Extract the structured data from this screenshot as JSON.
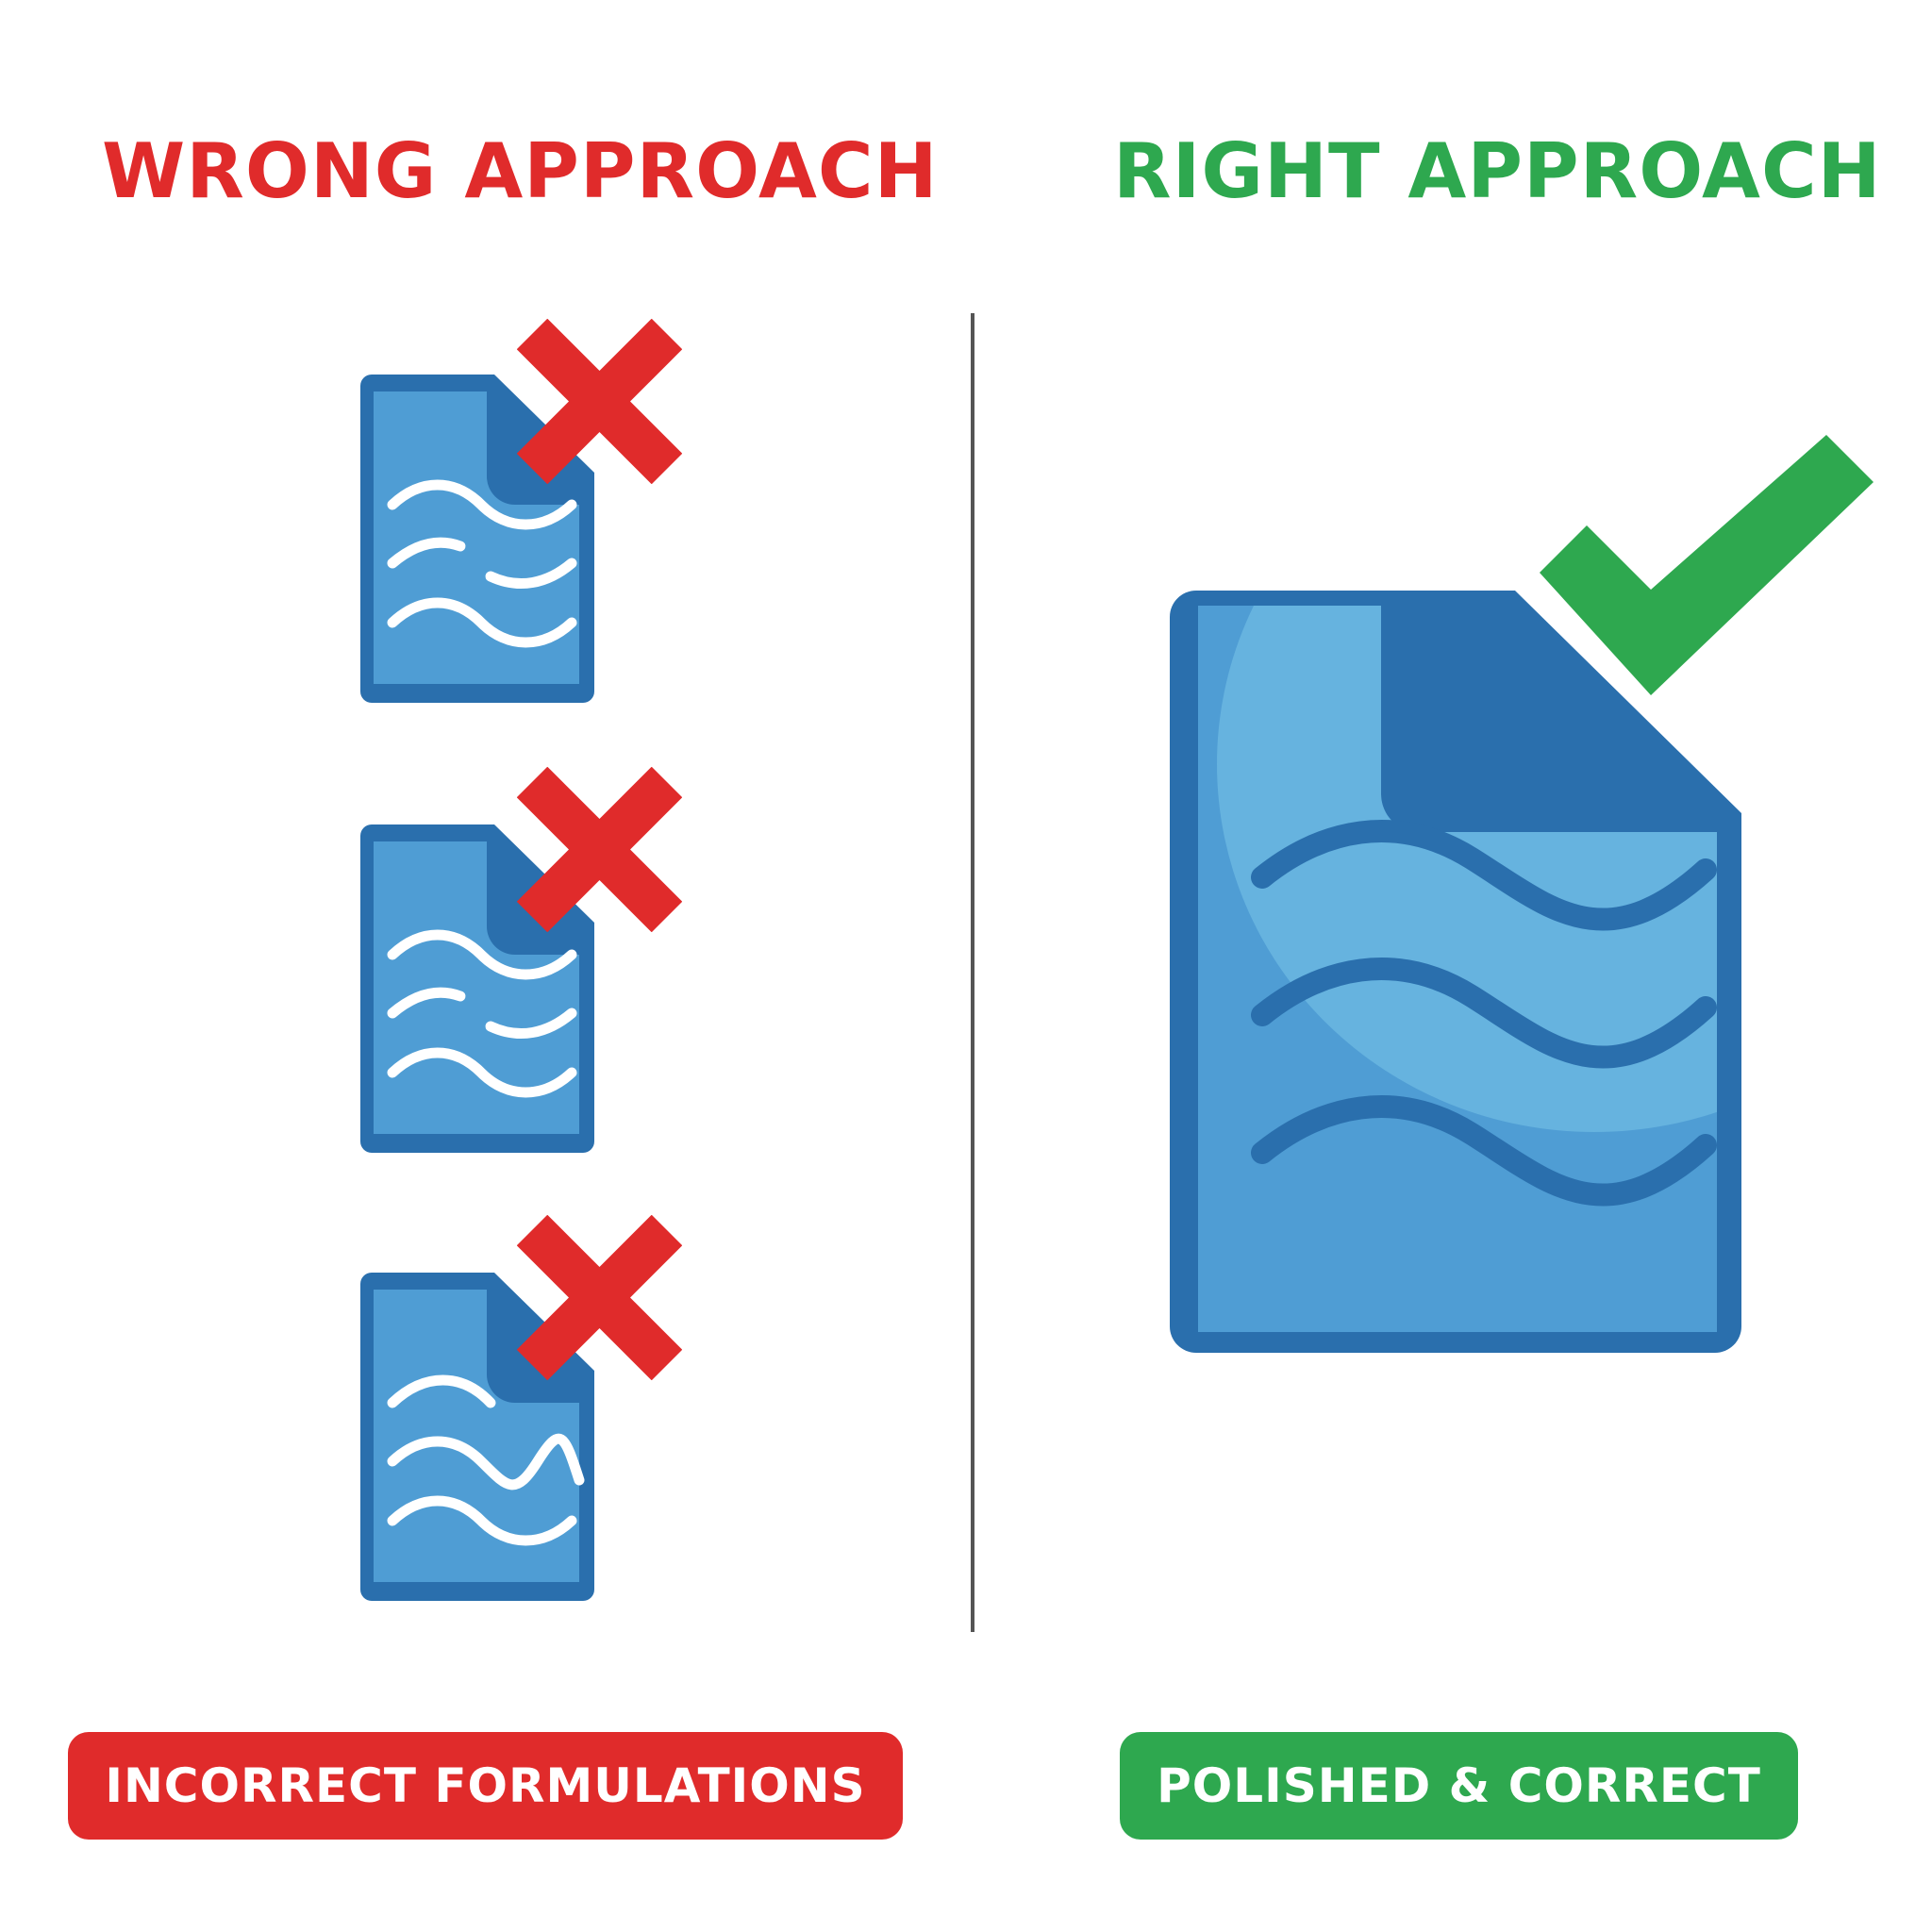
{
  "left_panel": {
    "title": "WRONG APPROACH",
    "label": "INCORRECT FORMULATIONS",
    "icons": [
      {
        "name": "document-icon",
        "marker": "x-mark-icon"
      },
      {
        "name": "document-icon",
        "marker": "x-mark-icon"
      },
      {
        "name": "document-icon",
        "marker": "x-mark-icon"
      }
    ]
  },
  "right_panel": {
    "title": "RIGHT APPROACH",
    "label": "POLISHED & CORRECT",
    "icons": [
      {
        "name": "document-icon",
        "marker": "checkmark-icon"
      }
    ]
  },
  "colors": {
    "wrong": "#e02b2b",
    "right": "#2ea84f",
    "doc_border": "#2a6fad",
    "doc_fill": "#4f9dd4",
    "doc_highlight": "#66b3df",
    "divider": "#555555"
  }
}
